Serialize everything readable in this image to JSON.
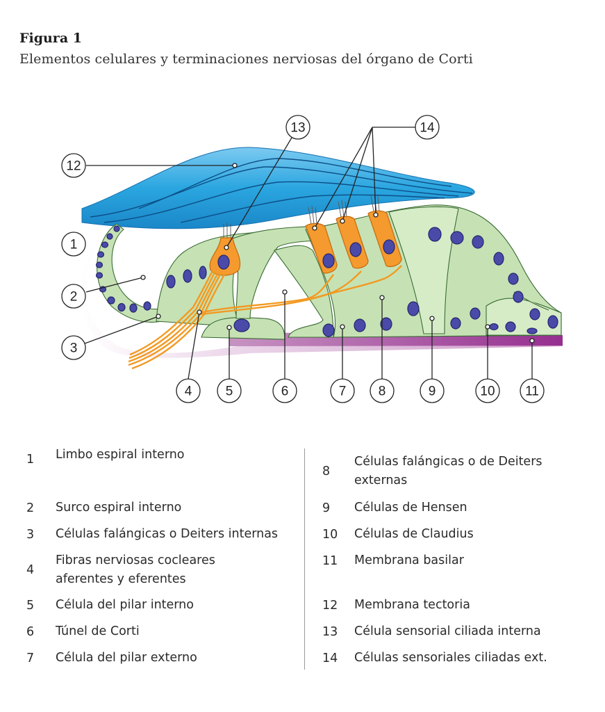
{
  "figure": {
    "label": "Figura 1",
    "title": "Elementos celulares y terminaciones nerviosas del órgano de Corti"
  },
  "colors": {
    "tectorial": "#2aa6e0",
    "cells": "#c6e2b4",
    "cell_border": "#3a6b33",
    "nucleus": "#4a4aa8",
    "hair_cell": "#f59a2e",
    "basilar": "#9b3f94",
    "limbus": "#d7a9d2"
  },
  "callouts": [
    "1",
    "2",
    "3",
    "4",
    "5",
    "6",
    "7",
    "8",
    "9",
    "10",
    "11",
    "12",
    "13",
    "14"
  ],
  "legend": {
    "left": [
      {
        "num": "1",
        "text": "Limbo espiral interno"
      },
      {
        "num": "2",
        "text": "Surco espiral interno"
      },
      {
        "num": "3",
        "text": "Células falángicas o Deiters internas"
      },
      {
        "num": "4",
        "text": "Fibras nerviosas cocleares aferentes y eferentes"
      },
      {
        "num": "5",
        "text": "Célula del pilar interno"
      },
      {
        "num": "6",
        "text": "Túnel de Corti"
      },
      {
        "num": "7",
        "text": "Célula del pilar externo"
      }
    ],
    "right": [
      {
        "num": "8",
        "text": "Células falángicas o de Deiters externas"
      },
      {
        "num": "9",
        "text": "Células de Hensen"
      },
      {
        "num": "10",
        "text": "Células de Claudius"
      },
      {
        "num": "11",
        "text": "Membrana basilar"
      },
      {
        "num": "12",
        "text": "Membrana tectoria"
      },
      {
        "num": "13",
        "text": "Célula sensorial ciliada interna"
      },
      {
        "num": "14",
        "text": "Células sensoriales ciliadas ext."
      }
    ]
  }
}
